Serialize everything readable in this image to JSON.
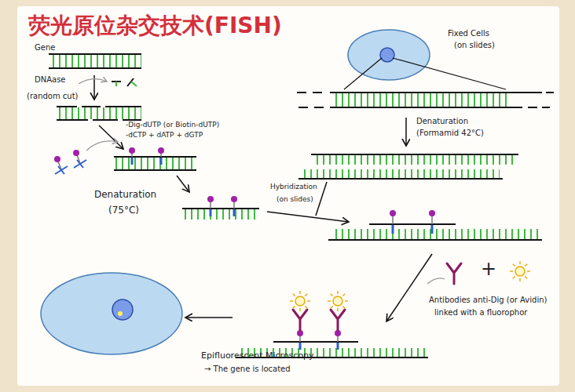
{
  "diagram": {
    "title": "荧光原位杂交技术(FISH)",
    "labels": [
      "Gene",
      "DNAase",
      "(random cut)",
      "-Dig-dUTP (or Biotin-dUTP)",
      "-dCTP + dATP + dGTP",
      "Denaturation",
      "(75°C)",
      "Fixed Cells",
      "(on slides)",
      "Denaturation",
      "(Formamid 42°C)",
      "Hybridization",
      "(on slides)",
      "+",
      "Antibodies anti-Dig (or Avidin)",
      "linked with a fluorophor",
      "Epifluorescent Microscopy",
      "→ The gene is located"
    ]
  }
}
